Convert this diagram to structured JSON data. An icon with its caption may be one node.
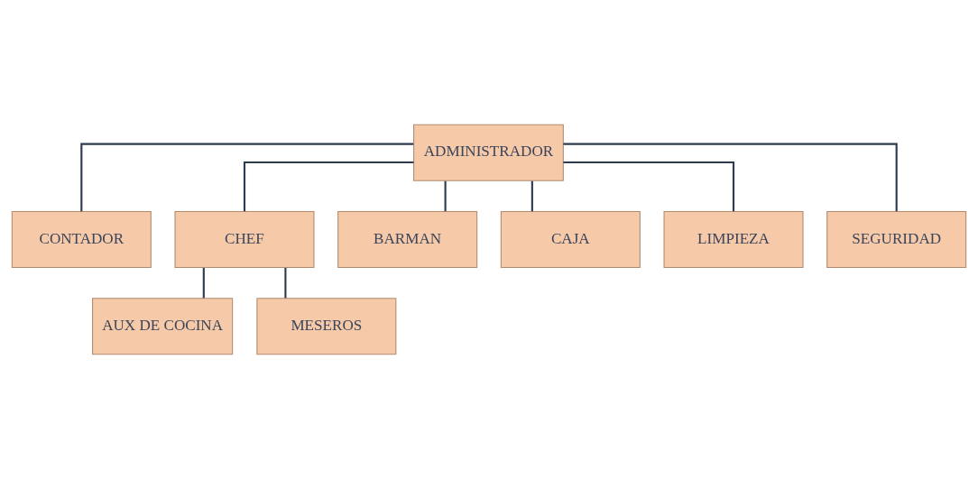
{
  "diagram": {
    "nodes": [
      {
        "text": [
          "ADMINISTRADOR"
        ]
      },
      {
        "text": [
          "CONTADOR"
        ]
      },
      {
        "text": [
          "CHEF"
        ]
      },
      {
        "text": [
          "BARMAN"
        ]
      },
      {
        "text": [
          "CAJA"
        ]
      },
      {
        "text": [
          "LIMPIEZA"
        ]
      },
      {
        "text": [
          "SEGURIDAD"
        ]
      },
      {
        "text": [
          "AUX DE COCINA"
        ]
      },
      {
        "text": [
          "MESEROS"
        ]
      }
    ],
    "edges": [
      {
        "from": 0,
        "to": 1,
        "arrow": "none"
      },
      {
        "from": 0,
        "to": 2,
        "arrow": "none"
      },
      {
        "from": 0,
        "to": 3,
        "arrow": "none"
      },
      {
        "from": 0,
        "to": 4,
        "arrow": "none"
      },
      {
        "from": 0,
        "to": 5,
        "arrow": "none"
      },
      {
        "from": 0,
        "to": 6,
        "arrow": "none"
      },
      {
        "from": 2,
        "to": 7,
        "arrow": "none"
      },
      {
        "from": 2,
        "to": 8,
        "arrow": "none"
      }
    ]
  }
}
